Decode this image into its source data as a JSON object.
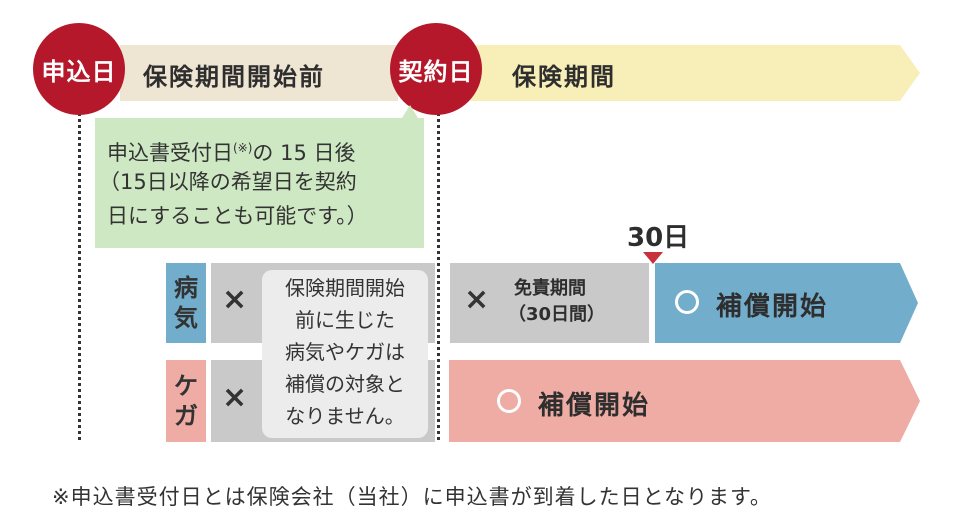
{
  "header": {
    "application_day": "申込日",
    "before_period": "保険期間開始前",
    "contract_day": "契約日",
    "coverage_period": "保険期間"
  },
  "note": {
    "line1_prefix": "申込書受付日",
    "line1_mark": "(※)",
    "line1_suffix": "の 15 日後",
    "line2": "（15日以降の希望日を契約",
    "line3": "日にすることも可能です。）"
  },
  "day_marker": "30日",
  "illness": {
    "tag": [
      "病",
      "気"
    ],
    "cross": "×",
    "exemption_line1": "免責期間",
    "exemption_line2": "（30日間）",
    "coverage_start": "補償開始"
  },
  "injury": {
    "tag": [
      "ケ",
      "ガ"
    ],
    "cross": "×",
    "coverage_start": "補償開始"
  },
  "preexisting_note": [
    "保険期間開始",
    "前に生じた",
    "病気やケガは",
    "補償の対象と",
    "なりません。"
  ],
  "footnote": "※申込書受付日とは保険会社（当社）に申込書が到着した日となります。",
  "colors": {
    "red": "#b5182a",
    "pre_bar": "#efe5d3",
    "period_bar": "#f8efb8",
    "note_green": "#cfe8c4",
    "illness_blue": "#72adcc",
    "injury_pink": "#eeaca4",
    "gray": "#c9c9c9"
  }
}
